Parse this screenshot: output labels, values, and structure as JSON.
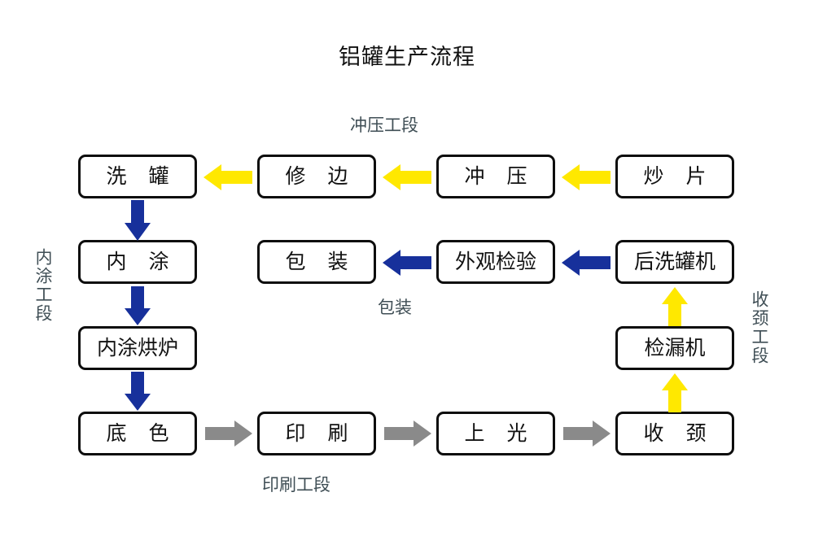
{
  "title": "铝罐生产流程",
  "colors": {
    "yellow": "#FFE800",
    "navy": "#17309B",
    "gray": "#8A8A8A",
    "box_border": "#0D0D0D",
    "caption": "#3F4E55",
    "background": "#FFFFFF",
    "text": "#111111"
  },
  "captions": [
    {
      "id": "stamping-section",
      "text": "冲压工段",
      "orientation": "horizontal"
    },
    {
      "id": "packaging-section",
      "text": "包装",
      "orientation": "horizontal"
    },
    {
      "id": "printing-section",
      "text": "印刷工段",
      "orientation": "horizontal"
    },
    {
      "id": "inner-coating-section",
      "text": "内涂工段",
      "orientation": "vertical"
    },
    {
      "id": "necking-section",
      "text": "收颈工段",
      "orientation": "vertical"
    }
  ],
  "nodes": [
    {
      "id": "wash-can",
      "label": "洗 罐",
      "row": 1,
      "col": 1
    },
    {
      "id": "trimming",
      "label": "修 边",
      "row": 1,
      "col": 2
    },
    {
      "id": "stamping",
      "label": "冲 压",
      "row": 1,
      "col": 3
    },
    {
      "id": "cupping",
      "label": "炒 片",
      "row": 1,
      "col": 4
    },
    {
      "id": "inner-coating",
      "label": "内 涂",
      "row": 2,
      "col": 1
    },
    {
      "id": "packing",
      "label": "包 装",
      "row": 2,
      "col": 2
    },
    {
      "id": "visual-inspect",
      "label": "外观检验",
      "row": 2,
      "col": 3
    },
    {
      "id": "post-washer",
      "label": "后洗罐机",
      "row": 2,
      "col": 4
    },
    {
      "id": "coating-oven",
      "label": "内涂烘炉",
      "row": 3,
      "col": 1
    },
    {
      "id": "leak-detector",
      "label": "检漏机",
      "row": 3,
      "col": 4
    },
    {
      "id": "base-coat",
      "label": "底 色",
      "row": 4,
      "col": 1
    },
    {
      "id": "printing",
      "label": "印 刷",
      "row": 4,
      "col": 2
    },
    {
      "id": "varnishing",
      "label": "上 光",
      "row": 4,
      "col": 3
    },
    {
      "id": "necking",
      "label": "收 颈",
      "row": 4,
      "col": 4
    }
  ],
  "arrows": [
    {
      "id": "arrow-cupping-to-stamping",
      "from": "炒 片",
      "to": "冲 压",
      "direction": "left",
      "color": "yellow"
    },
    {
      "id": "arrow-stamping-to-trimming",
      "from": "冲 压",
      "to": "修 边",
      "direction": "left",
      "color": "yellow"
    },
    {
      "id": "arrow-trimming-to-wash",
      "from": "修 边",
      "to": "洗 罐",
      "direction": "left",
      "color": "yellow"
    },
    {
      "id": "arrow-wash-to-inner-coating",
      "from": "洗 罐",
      "to": "内 涂",
      "direction": "down",
      "color": "navy"
    },
    {
      "id": "arrow-inner-coating-to-oven",
      "from": "内 涂",
      "to": "内涂烘炉",
      "direction": "down",
      "color": "navy"
    },
    {
      "id": "arrow-oven-to-base-coat",
      "from": "内涂烘炉",
      "to": "底 色",
      "direction": "down",
      "color": "navy"
    },
    {
      "id": "arrow-base-coat-to-printing",
      "from": "底 色",
      "to": "印 刷",
      "direction": "right",
      "color": "gray"
    },
    {
      "id": "arrow-printing-to-varnishing",
      "from": "印 刷",
      "to": "上 光",
      "direction": "right",
      "color": "gray"
    },
    {
      "id": "arrow-varnishing-to-necking",
      "from": "上 光",
      "to": "收 颈",
      "direction": "right",
      "color": "gray"
    },
    {
      "id": "arrow-necking-to-leak-detector",
      "from": "收 颈",
      "to": "检漏机",
      "direction": "up",
      "color": "yellow"
    },
    {
      "id": "arrow-leak-detector-to-post-washer",
      "from": "检漏机",
      "to": "后洗罐机",
      "direction": "up",
      "color": "yellow"
    },
    {
      "id": "arrow-post-washer-to-inspect",
      "from": "后洗罐机",
      "to": "外观检验",
      "direction": "left",
      "color": "navy"
    },
    {
      "id": "arrow-inspect-to-packing",
      "from": "外观检验",
      "to": "包 装",
      "direction": "left",
      "color": "navy"
    }
  ]
}
